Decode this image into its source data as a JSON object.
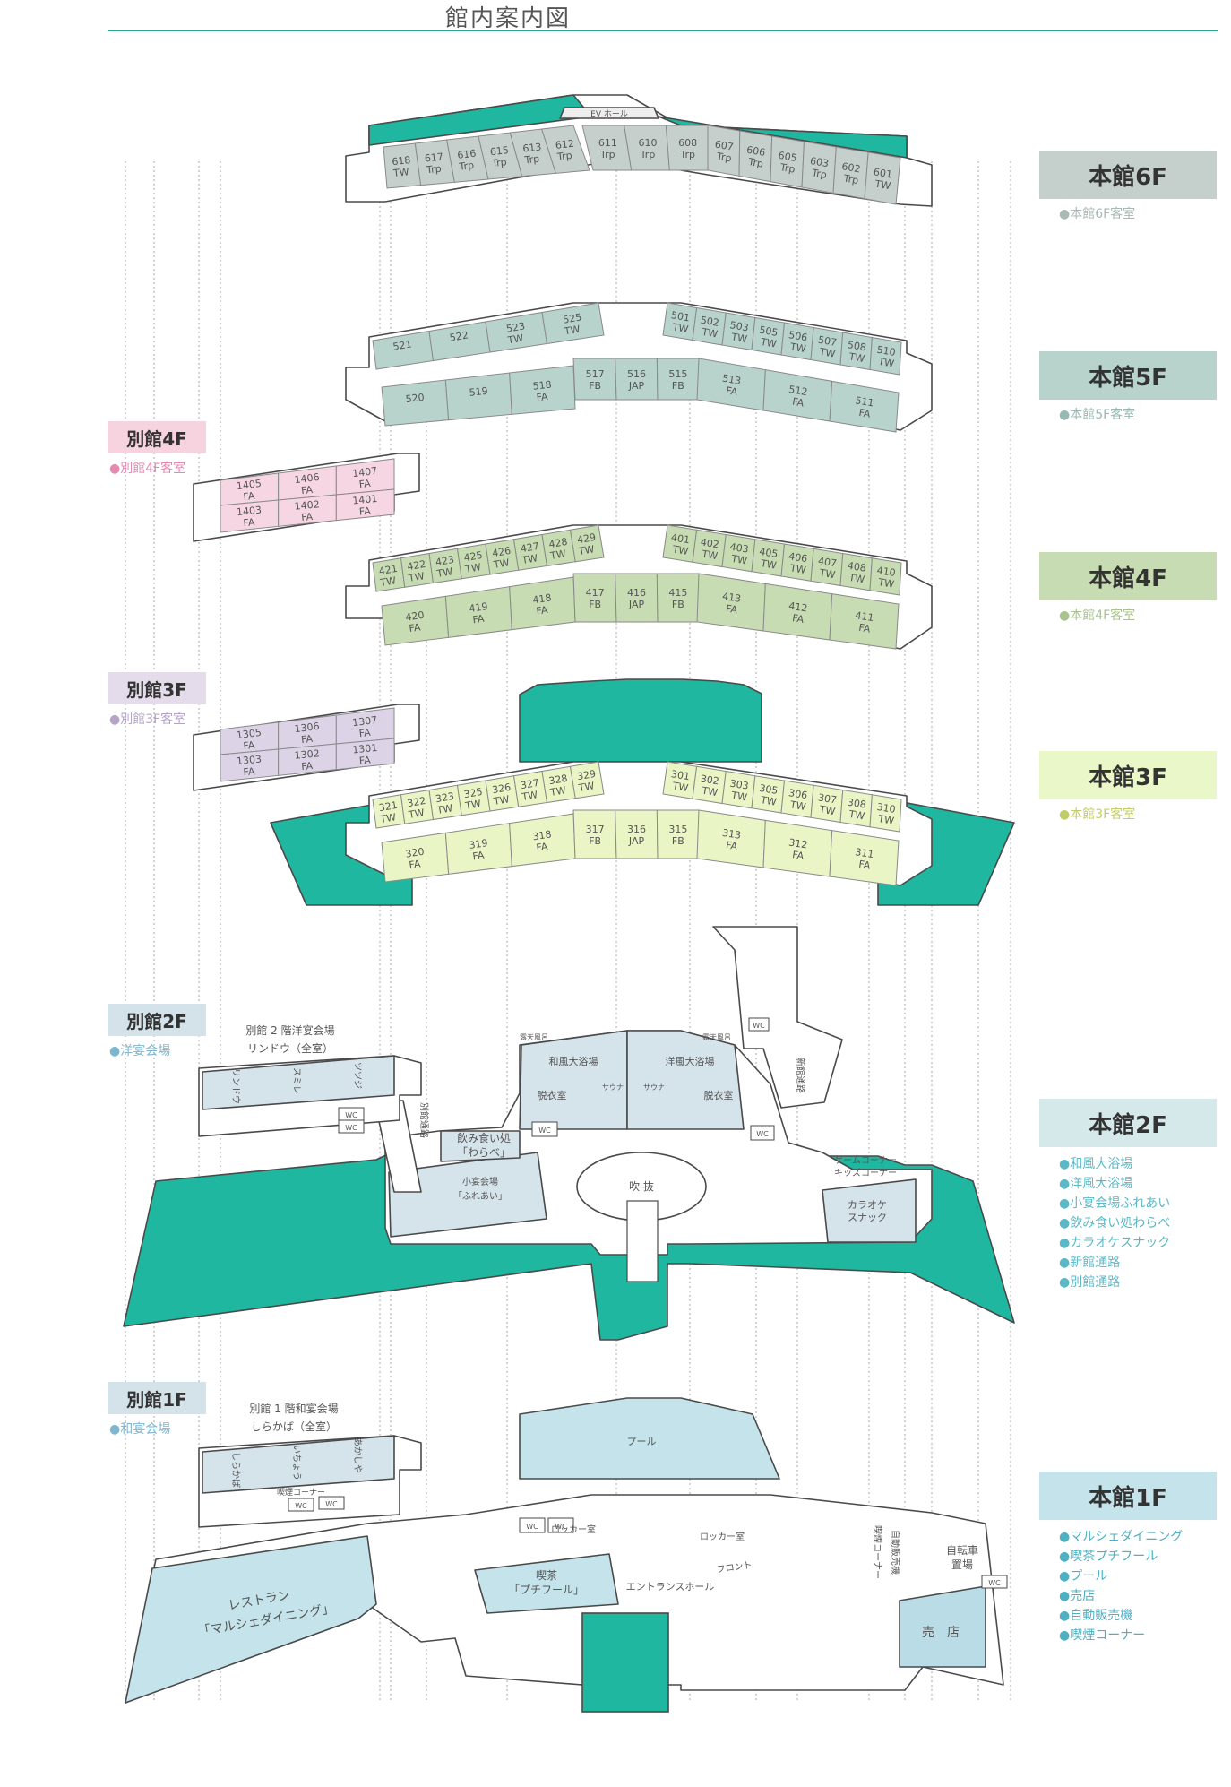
{
  "page_title": "館内案内図",
  "colors": {
    "teal": "#1fb79f",
    "line": "#4a4a4a",
    "f6": "#c5d0cd",
    "f5": "#b8d2cc",
    "f4": "#c7dcb2",
    "f3": "#eaf5c6",
    "a4": "#f6d6e2",
    "a3": "#ddd3e6",
    "hall": "#d5e3eb",
    "facility": "#c5e3ea",
    "shop": "#b9dce6"
  },
  "floors": {
    "main6": {
      "label": "本館6F",
      "legend": [
        "●本館6F客室"
      ],
      "color": "#c5d0cd",
      "legend_color": "#a9b9b5"
    },
    "main5": {
      "label": "本館5F",
      "legend": [
        "●本館5F客室"
      ],
      "color": "#b8d2cc",
      "legend_color": "#98b9b1"
    },
    "main4": {
      "label": "本館4F",
      "legend": [
        "●本館4F客室"
      ],
      "color": "#c7dcb2",
      "legend_color": "#a9c38f"
    },
    "main3": {
      "label": "本館3F",
      "legend": [
        "●本館3F客室"
      ],
      "color": "#eaf7c8",
      "legend_color": "#c2cd6a"
    },
    "main2": {
      "label": "本館2F",
      "legend": [
        "●和風大浴場",
        "●洋風大浴場",
        "●小宴会場ふれあい",
        "●飲み食い処わらべ",
        "●カラオケスナック",
        "●新館通路",
        "●別館通路"
      ],
      "color": "#d6e9ea",
      "legend_color": "#5bb8c6"
    },
    "main1": {
      "label": "本館1F",
      "legend": [
        "●マルシェダイニング",
        "●喫茶プチフール",
        "●プール",
        "●売店",
        "●自動販売機",
        "●喫煙コーナー"
      ],
      "color": "#c5e3ea",
      "legend_color": "#4fb0c4"
    },
    "annex4": {
      "label": "別館4F",
      "legend": [
        "●別館4F客室"
      ],
      "color": "#f6d3df",
      "legend_color": "#e38ab0"
    },
    "annex3": {
      "label": "別館3F",
      "legend": [
        "●別館3F客室"
      ],
      "color": "#e4dcea",
      "legend_color": "#b6a4c8"
    },
    "annex2": {
      "label": "別館2F",
      "legend": [
        "●洋宴会場"
      ],
      "color": "#d4e3ea",
      "legend_color": "#7fb6cf"
    },
    "annex1": {
      "label": "別館1F",
      "legend": [
        "●和宴会場"
      ],
      "color": "#d4e3ea",
      "legend_color": "#7fb6cf"
    }
  },
  "rooms": {
    "f6_left": [
      [
        "618",
        "TW"
      ],
      [
        "617",
        "Trp"
      ],
      [
        "616",
        "Trp"
      ],
      [
        "615",
        "Trp"
      ],
      [
        "613",
        "Trp"
      ],
      [
        "612",
        "Trp"
      ]
    ],
    "f6_mid": [
      [
        "611",
        "Trp"
      ],
      [
        "610",
        "Trp"
      ],
      [
        "608",
        "Trp"
      ]
    ],
    "f6_right": [
      [
        "607",
        "Trp"
      ],
      [
        "606",
        "Trp"
      ],
      [
        "605",
        "Trp"
      ],
      [
        "603",
        "Trp"
      ],
      [
        "602",
        "Trp"
      ],
      [
        "601",
        "TW"
      ]
    ],
    "f6_ev": "EV ホール",
    "f5_top_left": [
      [
        "521",
        ""
      ],
      [
        "522",
        ""
      ],
      [
        "523",
        "TW"
      ],
      [
        "525",
        "TW"
      ]
    ],
    "f5_top_right": [
      [
        "501",
        "TW"
      ],
      [
        "502",
        "TW"
      ],
      [
        "503",
        "TW"
      ],
      [
        "505",
        "TW"
      ],
      [
        "506",
        "TW"
      ],
      [
        "507",
        "TW"
      ],
      [
        "508",
        "TW"
      ],
      [
        "510",
        "TW"
      ]
    ],
    "f5_bottom_left": [
      [
        "520",
        ""
      ],
      [
        "519",
        ""
      ],
      [
        "518",
        "FA"
      ]
    ],
    "f5_bottom_mid": [
      [
        "517",
        "FB"
      ],
      [
        "516",
        "JAP"
      ],
      [
        "515",
        "FB"
      ]
    ],
    "f5_bottom_right": [
      [
        "513",
        "FA"
      ],
      [
        "512",
        "FA"
      ],
      [
        "511",
        "FA"
      ]
    ],
    "f4_top_left": [
      [
        "421",
        "TW"
      ],
      [
        "422",
        "TW"
      ],
      [
        "423",
        "TW"
      ],
      [
        "425",
        "TW"
      ],
      [
        "426",
        "TW"
      ],
      [
        "427",
        "TW"
      ],
      [
        "428",
        "TW"
      ],
      [
        "429",
        "TW"
      ]
    ],
    "f4_top_right": [
      [
        "401",
        "TW"
      ],
      [
        "402",
        "TW"
      ],
      [
        "403",
        "TW"
      ],
      [
        "405",
        "TW"
      ],
      [
        "406",
        "TW"
      ],
      [
        "407",
        "TW"
      ],
      [
        "408",
        "TW"
      ],
      [
        "410",
        "TW"
      ]
    ],
    "f4_bottom_left": [
      [
        "420",
        "FA"
      ],
      [
        "419",
        "FA"
      ],
      [
        "418",
        "FA"
      ]
    ],
    "f4_bottom_mid": [
      [
        "417",
        "FB"
      ],
      [
        "416",
        "JAP"
      ],
      [
        "415",
        "FB"
      ]
    ],
    "f4_bottom_right": [
      [
        "413",
        "FA"
      ],
      [
        "412",
        "FA"
      ],
      [
        "411",
        "FA"
      ]
    ],
    "f3_top_left": [
      [
        "321",
        "TW"
      ],
      [
        "322",
        "TW"
      ],
      [
        "323",
        "TW"
      ],
      [
        "325",
        "TW"
      ],
      [
        "326",
        "TW"
      ],
      [
        "327",
        "TW"
      ],
      [
        "328",
        "TW"
      ],
      [
        "329",
        "TW"
      ]
    ],
    "f3_top_right": [
      [
        "301",
        "TW"
      ],
      [
        "302",
        "TW"
      ],
      [
        "303",
        "TW"
      ],
      [
        "305",
        "TW"
      ],
      [
        "306",
        "TW"
      ],
      [
        "307",
        "TW"
      ],
      [
        "308",
        "TW"
      ],
      [
        "310",
        "TW"
      ]
    ],
    "f3_bottom_left": [
      [
        "320",
        "FA"
      ],
      [
        "319",
        "FA"
      ],
      [
        "318",
        "FA"
      ]
    ],
    "f3_bottom_mid": [
      [
        "317",
        "FB"
      ],
      [
        "316",
        "JAP"
      ],
      [
        "315",
        "FB"
      ]
    ],
    "f3_bottom_right": [
      [
        "313",
        "FA"
      ],
      [
        "312",
        "FA"
      ],
      [
        "311",
        "FA"
      ]
    ],
    "a4_top": [
      [
        "1405",
        "FA"
      ],
      [
        "1406",
        "FA"
      ],
      [
        "1407",
        "FA"
      ]
    ],
    "a4_bottom": [
      [
        "1403",
        "FA"
      ],
      [
        "1402",
        "FA"
      ],
      [
        "1401",
        "FA"
      ]
    ],
    "a3_top": [
      [
        "1305",
        "FA"
      ],
      [
        "1306",
        "FA"
      ],
      [
        "1307",
        "FA"
      ]
    ],
    "a3_bottom": [
      [
        "1303",
        "FA"
      ],
      [
        "1302",
        "FA"
      ],
      [
        "1301",
        "FA"
      ]
    ]
  },
  "f2": {
    "annex_hall_caption": "別館 2 階洋宴会場",
    "annex_hall_name": "リンドウ（全室）",
    "annex_rooms": [
      "リンドウ",
      "スミレ",
      "ツツジ"
    ],
    "wc": "WC",
    "annex_passage": "別館通路",
    "new_passage": "新館通路",
    "japanese_bath": "和風大浴場",
    "western_bath": "洋風大浴場",
    "open_air": "露天風呂",
    "sauna": "サウナ",
    "dressing": "脱衣室",
    "warabe_line1": "飲み食い処",
    "warabe_line2": "「わらべ」",
    "fureai_line1": "小宴会場",
    "fureai_line2": "「ふれあい」",
    "atrium": "吹 抜",
    "game_corner": "ゲームコーナー",
    "kids_corner": "キッズコーナー",
    "karaoke_line1": "カラオケ",
    "karaoke_line2": "スナック"
  },
  "f1": {
    "annex_hall_caption": "別館 1 階和宴会場",
    "annex_hall_name": "しらかば（全室）",
    "annex_rooms": [
      "しらかば",
      "いちょう",
      "あかしや"
    ],
    "smoking_small": "喫煙コーナー",
    "wc": "WC",
    "pool": "プール",
    "locker": "ロッカー室",
    "front": "フロント",
    "entrance": "エントランスホール",
    "cafe_line1": "喫茶",
    "cafe_line2": "「プチフール」",
    "restaurant_line1": "レストラン",
    "restaurant_line2": "「マルシェダイニング」",
    "smoking": "喫煙コーナー",
    "vending": "自動販売機",
    "bicycle_line1": "自転車",
    "bicycle_line2": "置場",
    "shop": "売　店"
  }
}
